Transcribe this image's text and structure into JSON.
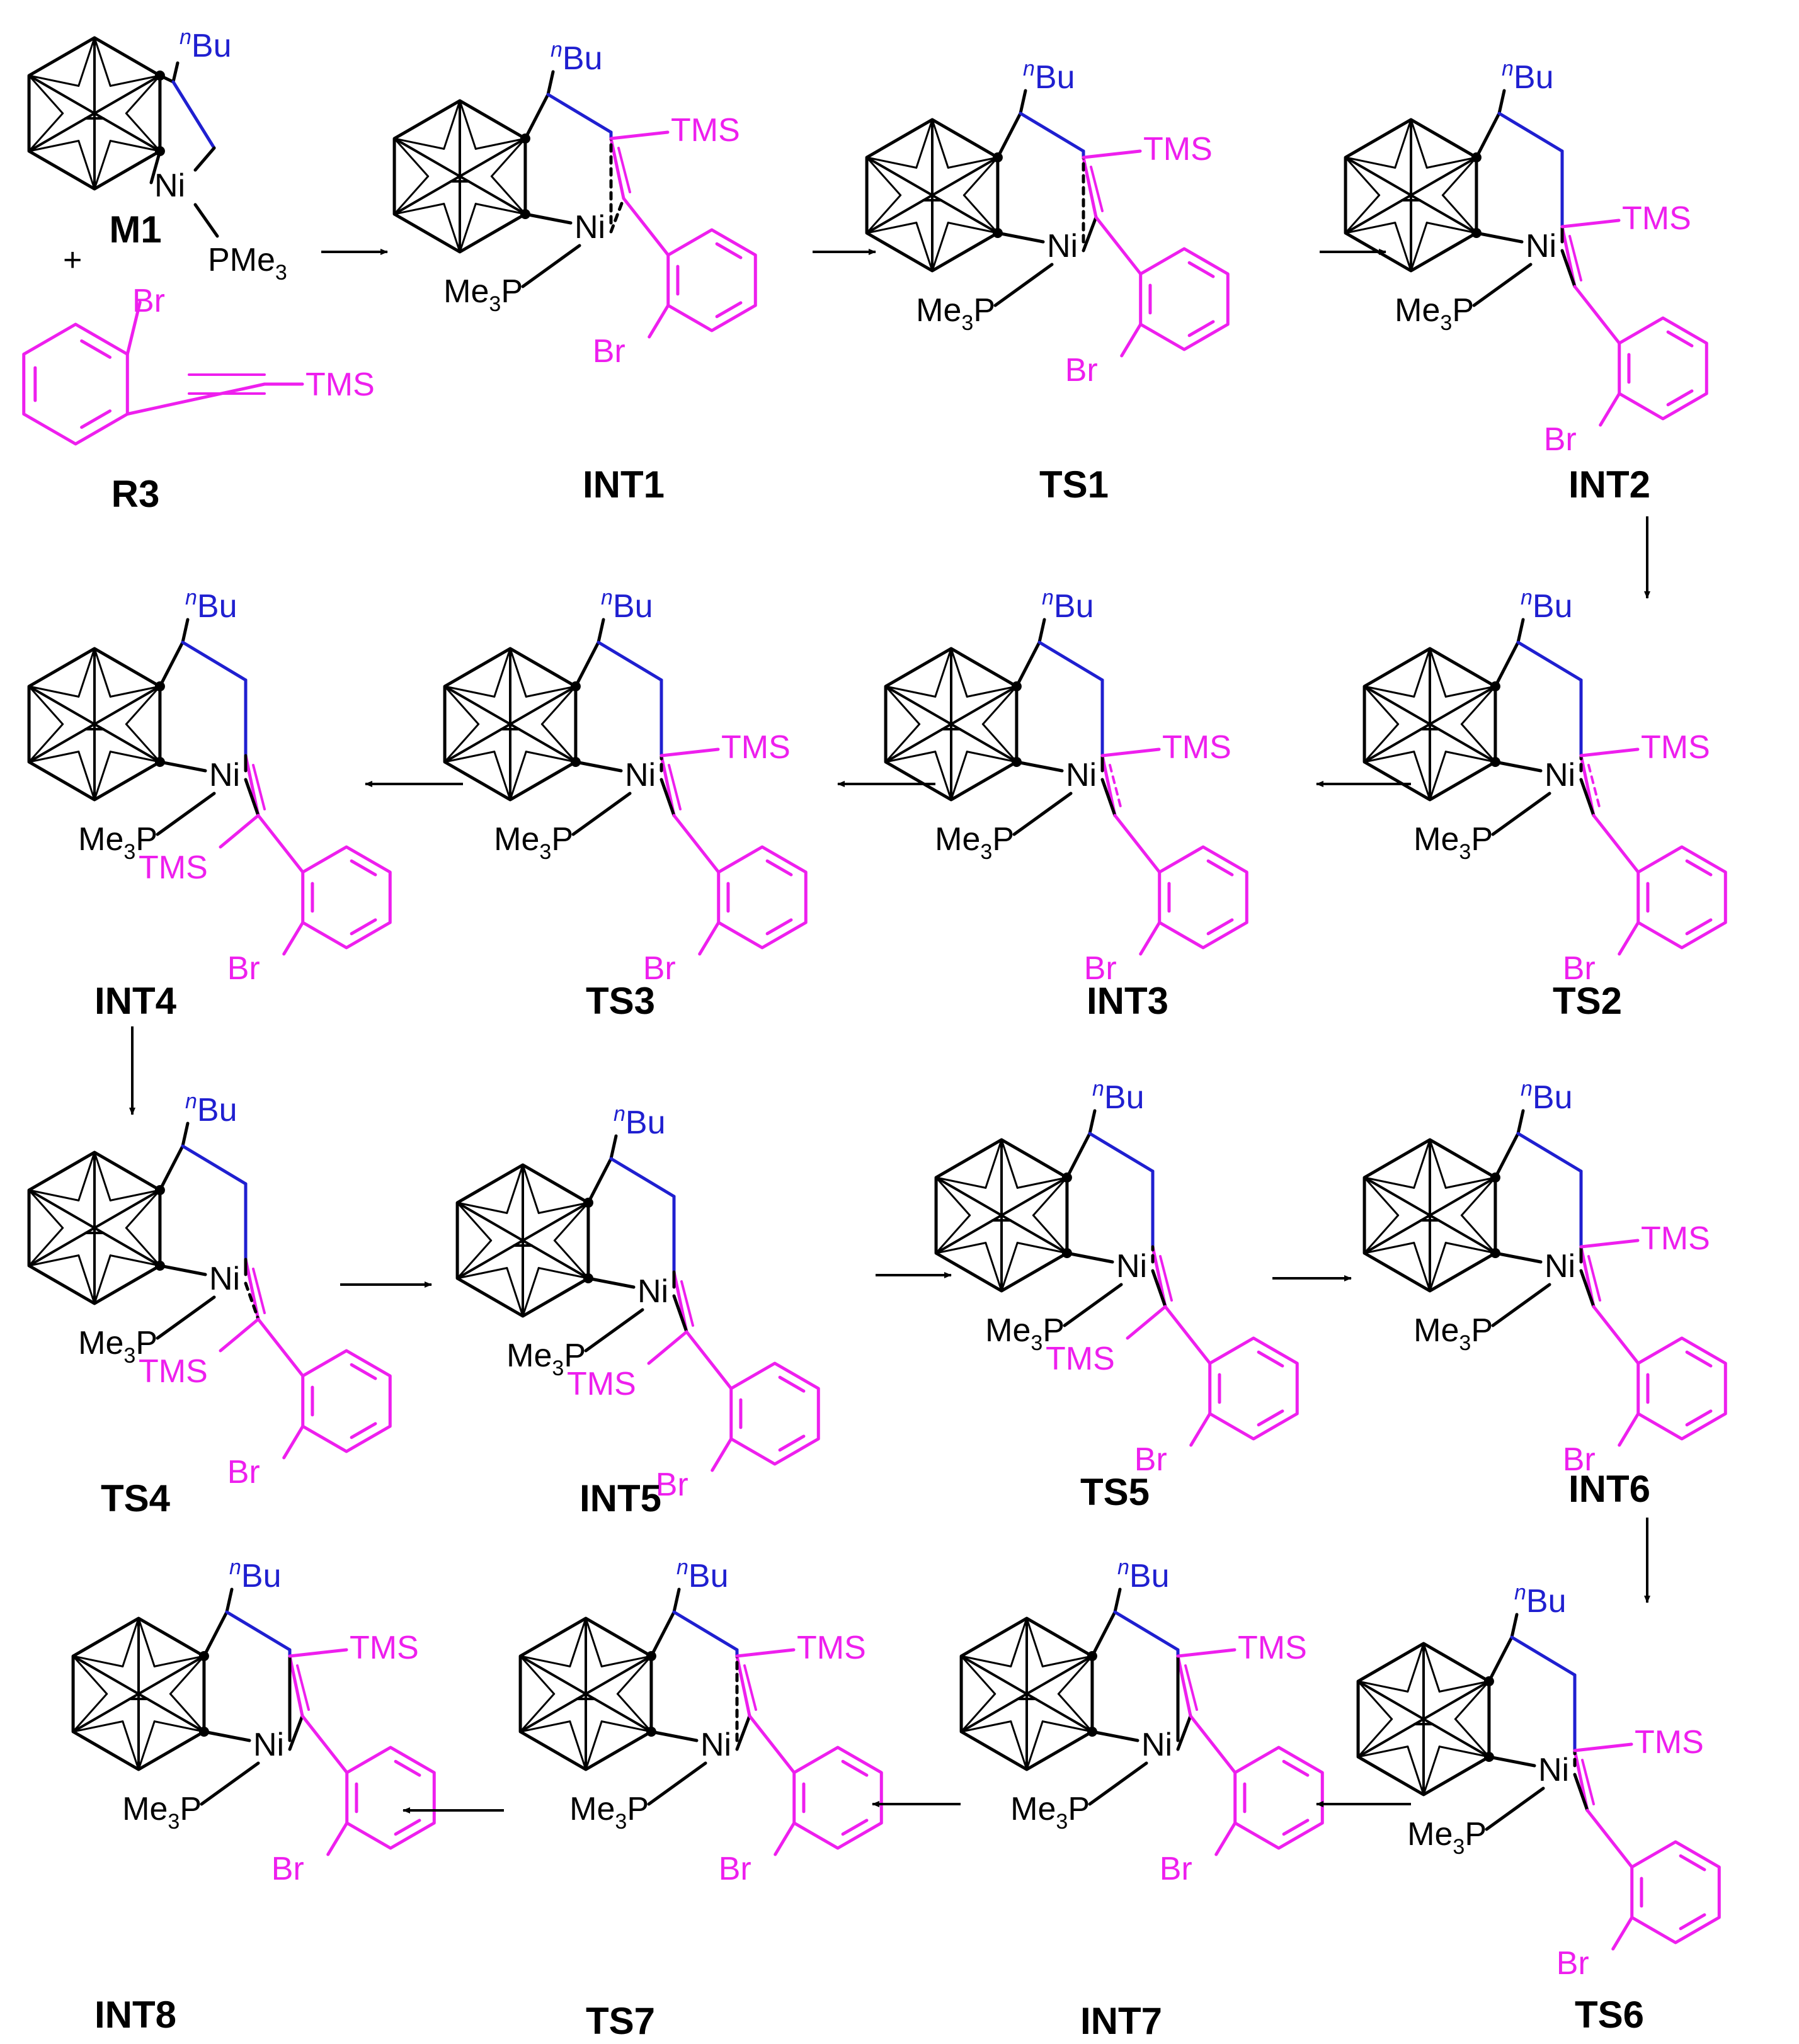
{
  "colors": {
    "black": "#000000",
    "blue": "#1f1fd0",
    "magenta": "#ee1fee"
  },
  "atoms": {
    "ni": "Ni",
    "pme3_main": "PMe",
    "pme3_sub": "3",
    "me3p_main1": "Me",
    "me3p_sub": "3",
    "me3p_main2": "P",
    "tms": "TMS",
    "br": "Br",
    "bu_sup": "n",
    "bu": "Bu",
    "plus": "+"
  },
  "compounds": [
    {
      "id": "M1",
      "label": "M1"
    },
    {
      "id": "R3",
      "label": "R3"
    },
    {
      "id": "INT1",
      "label": "INT1"
    },
    {
      "id": "TS1",
      "label": "TS1"
    },
    {
      "id": "INT2",
      "label": "INT2"
    },
    {
      "id": "TS2",
      "label": "TS2"
    },
    {
      "id": "INT3",
      "label": "INT3"
    },
    {
      "id": "TS3",
      "label": "TS3"
    },
    {
      "id": "INT4",
      "label": "INT4"
    },
    {
      "id": "TS4",
      "label": "TS4"
    },
    {
      "id": "INT5",
      "label": "INT5"
    },
    {
      "id": "TS5",
      "label": "TS5"
    },
    {
      "id": "INT6",
      "label": "INT6"
    },
    {
      "id": "TS6",
      "label": "TS6"
    },
    {
      "id": "INT7",
      "label": "INT7"
    },
    {
      "id": "TS7",
      "label": "TS7"
    },
    {
      "id": "INT8",
      "label": "INT8"
    }
  ]
}
